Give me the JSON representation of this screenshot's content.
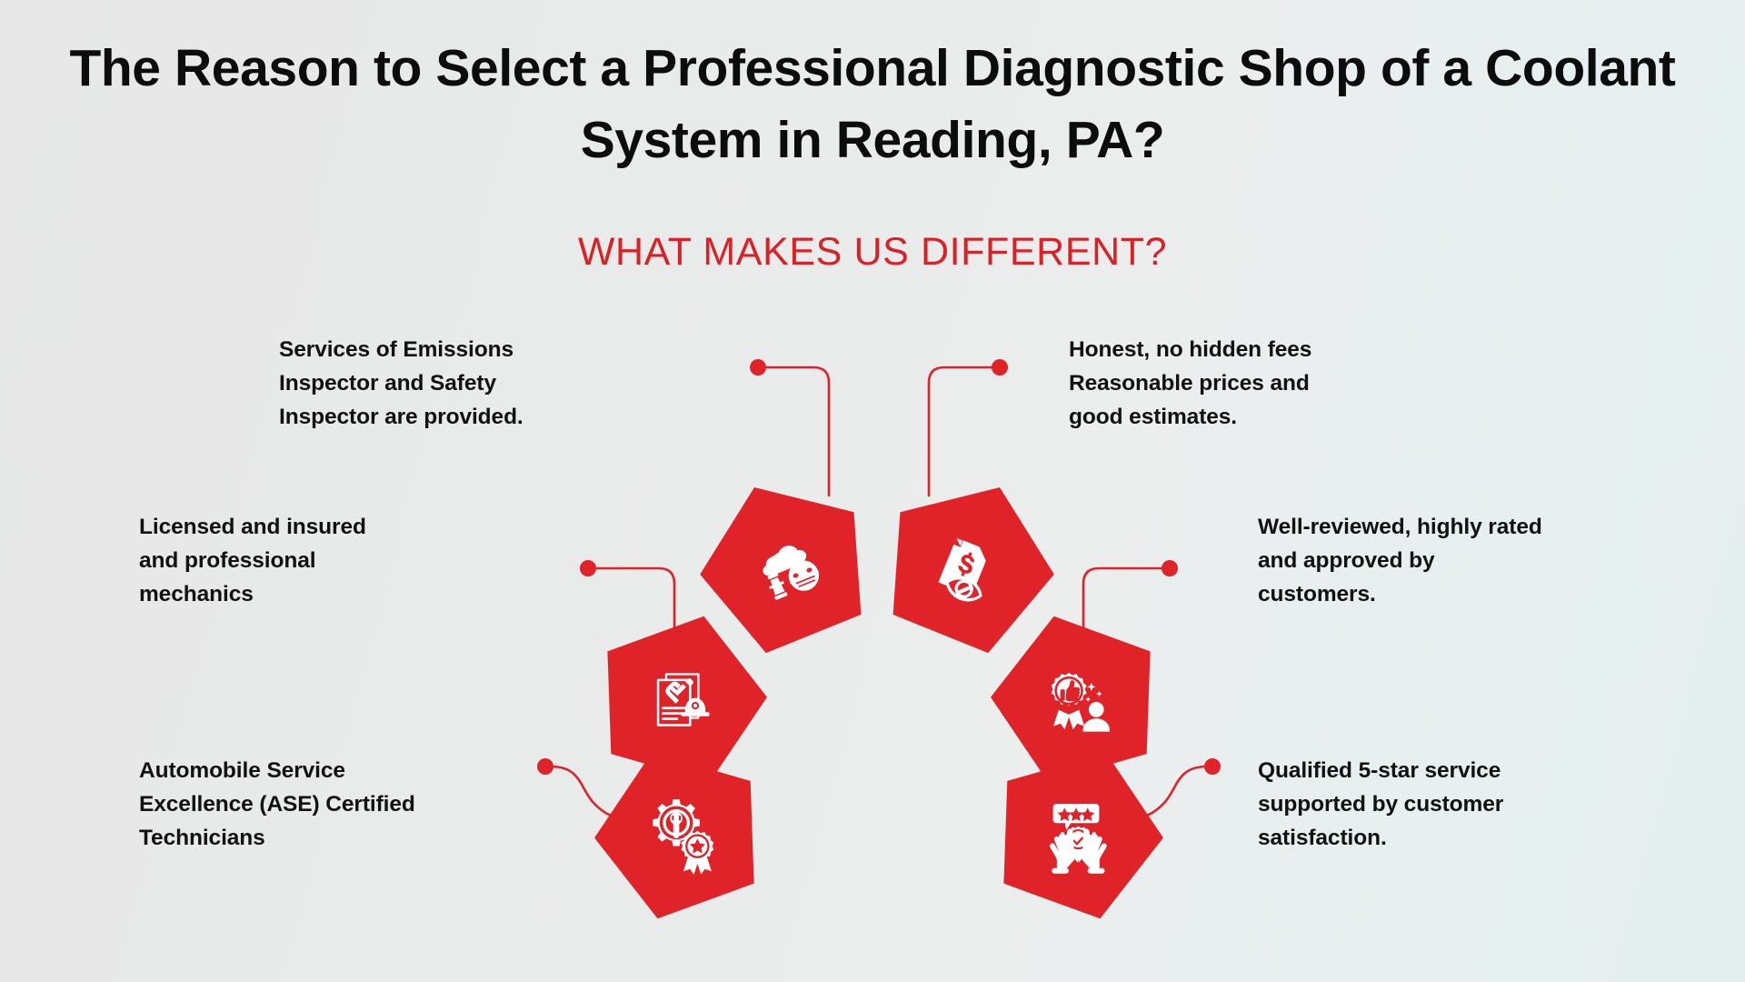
{
  "header": {
    "title_line1": "The Reason to Select a Professional Diagnostic Shop of a",
    "title_line2": "Coolant System in Reading, PA?",
    "subtitle": "WHAT MAKES US DIFFERENT?"
  },
  "theme": {
    "accent_red": "#e02229",
    "text_dark": "#111111",
    "subtitle_red": "#da2128",
    "icon_white": "#ffffff",
    "background_left": "#e7e7e7",
    "background_right": "#e4eeee"
  },
  "items": [
    {
      "id": "emissions",
      "side": "left",
      "position": "top",
      "icon": "factory-smokestack-face-mask-icon",
      "lines": [
        "Services of Emissions",
        "Inspector and Safety",
        "Inspector are provided."
      ]
    },
    {
      "id": "licensed",
      "side": "left",
      "position": "middle",
      "icon": "license-document-tools-hardhat-icon",
      "lines": [
        "Licensed and insured",
        "and professional",
        "mechanics"
      ]
    },
    {
      "id": "ase",
      "side": "left",
      "position": "bottom",
      "icon": "gear-wrench-star-badge-icon",
      "lines": [
        "Automobile Service",
        "Excellence (ASE) Certified",
        "Technicians"
      ]
    },
    {
      "id": "honest",
      "side": "right",
      "position": "top",
      "icon": "invoice-dollar-no-hidden-fees-icon",
      "lines": [
        "Honest, no hidden fees",
        "Reasonable prices and",
        "good estimates."
      ]
    },
    {
      "id": "reviewed",
      "side": "right",
      "position": "middle",
      "icon": "thumbs-up-badge-customer-icon",
      "lines": [
        "Well-reviewed, highly rated",
        "and approved by",
        "customers."
      ]
    },
    {
      "id": "qualified",
      "side": "right",
      "position": "bottom",
      "icon": "hands-holding-star-rating-badge-icon",
      "lines": [
        "Qualified 5-star service",
        "supported by customer",
        "satisfaction."
      ]
    }
  ]
}
